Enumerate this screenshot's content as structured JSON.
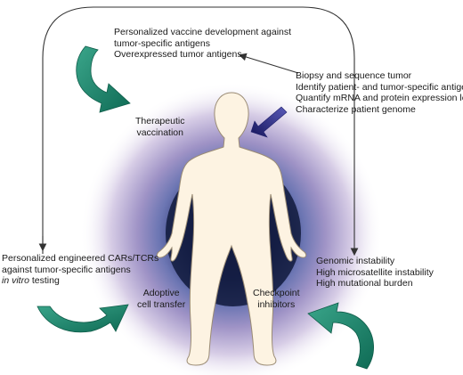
{
  "vaccine_block": {
    "line1": "Personalized vaccine development against",
    "line2": "tumor-specific antigens",
    "line3": "Overexpressed tumor antigens"
  },
  "biopsy_block": {
    "line1": "Biopsy and sequence tumor",
    "line2": "Identify patient- and tumor-specific antigens",
    "line3": "Quantify mRNA and protein expression levels",
    "line4": "Characterize patient genome"
  },
  "therapeutic_label": {
    "line1": "Therapeutic",
    "line2": "vaccination"
  },
  "car_block": {
    "line1": "Personalized engineered CARs/TCRs",
    "line2": "against tumor-specific antigens",
    "line3_italic": "in vitro",
    "line3_rest": " testing"
  },
  "genomic_block": {
    "line1": "Genomic instability",
    "line2": "High microsatellite instability",
    "line3": "High mutational burden"
  },
  "adoptive_label": {
    "line1": "Adoptive",
    "line2": "cell transfer"
  },
  "checkpoint_label": {
    "line1": "Checkpoint",
    "line2": "inhibitors"
  },
  "colors": {
    "green_arrow": "#1f8a70",
    "green_arrow_dark": "#0f5d4a",
    "blue_arrow": "#2a2a8f",
    "halo_outer": "#efe6f4",
    "halo_mid": "#b9a7d2",
    "halo_inner": "#3d4b86",
    "body_fill": "#fdf3e2",
    "body_stroke": "#9a8b74",
    "line": "#333333"
  }
}
